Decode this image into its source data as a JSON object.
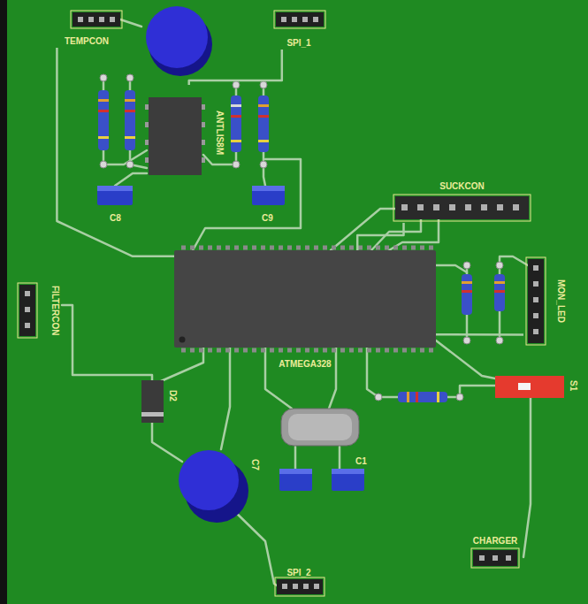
{
  "diagram": {
    "nodes": [
      {
        "text": [
          "TEMPCON"
        ]
      },
      {
        "text": [
          "SPI_1"
        ]
      },
      {
        "text": [
          "ANTLIS8M"
        ]
      },
      {
        "text": [
          "SUCKCON"
        ]
      },
      {
        "text": [
          "MON_LED"
        ]
      },
      {
        "text": [
          "FILTERCON"
        ]
      },
      {
        "text": [
          "ATMEGA328"
        ]
      },
      {
        "text": [
          "CHARGER"
        ]
      },
      {
        "text": [
          "SPI_2"
        ]
      }
    ],
    "edges": [
      {
        "from": 0,
        "to": 6,
        "arrow": "none"
      },
      {
        "from": 1,
        "to": 2,
        "arrow": "none"
      },
      {
        "from": 3,
        "to": 6,
        "arrow": "none"
      },
      {
        "from": 4,
        "to": 6,
        "arrow": "none"
      }
    ],
    "labels": [
      "C8",
      "C9",
      "D2",
      "C7",
      "C1",
      "S1"
    ]
  }
}
